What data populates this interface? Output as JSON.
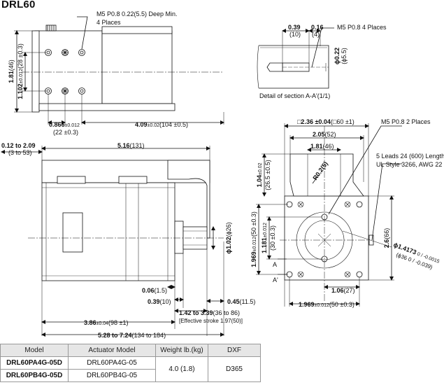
{
  "title": "DRL60",
  "top_view": {
    "tap_note_line1": "M5 P0.8 0.22(5.5) Deep Min.",
    "tap_note_line2": "4 Places",
    "dim_height": "1.81",
    "dim_height_mm": "(46)",
    "dim_pitch": "1.102",
    "dim_pitch_tol": "±0.012",
    "dim_pitch_mm": "(28 ±0.3)",
    "dim_x1": "0.866",
    "dim_x1_tol": "±0.012",
    "dim_x1_mm": "(22 ±0.3)",
    "dim_x2": "4.09",
    "dim_x2_tol": "±0.02",
    "dim_x2_mm": "(104 ±0.5)"
  },
  "section_view": {
    "dim_a": "0.39",
    "dim_a_mm": "(10)",
    "dim_b": "0.16",
    "dim_b_mm": "(4)",
    "tap_note": "M5 P0.8 4 Places",
    "dim_depth": "ϕ0.22",
    "dim_depth_mm": "(ϕ5.5)",
    "caption": "Detail of section A-A'(1/1)"
  },
  "side_view": {
    "dim_stroke": "0.12 to 2.09",
    "dim_stroke_mm": "(3 to 53)",
    "dim_length": "5.16",
    "dim_length_mm": "(131)",
    "dim_dia": "ϕ1.02",
    "dim_dia_mm": "(ϕ26)",
    "dim_006": "0.06",
    "dim_006_mm": "(1.5)",
    "dim_039": "0.39",
    "dim_039_mm": "(10)",
    "dim_045": "0.45",
    "dim_045_mm": "(11.5)",
    "dim_142": "1.42 to 3.39",
    "dim_142_mm": "(36 to 86)",
    "effective_stroke": "[Effective stroke 1.97(50)]",
    "dim_386": "3.86",
    "dim_386_tol": "±0.04",
    "dim_386_mm": "(98 ±1)",
    "dim_528": "5.28 to 7.24",
    "dim_528_mm": "(134 to 184)"
  },
  "end_view": {
    "dim_square": "□2.36 ±0.04",
    "dim_square_mm": "(□60 ±1)",
    "dim_205": "2.05",
    "dim_205_mm": "(52)",
    "dim_181": "1.81",
    "dim_181_mm": "(46)",
    "tap_note": "M5 P0.8 2 Places",
    "lead_note_line1": "5 Leads 24 (600) Length",
    "lead_note_line2": "UL Style 3266, AWG 22",
    "radius": "R0.2(5)",
    "dim_104": "1.04",
    "dim_104_tol": "±0.02",
    "dim_104_mm": "(26.5 ±0.5)",
    "dim_1969": "1.969",
    "dim_1969_tol": "±0.012",
    "dim_1969_mm": "(50 ±0.3)",
    "dim_1181": "1.181",
    "dim_1181_tol": "±0.012",
    "dim_1181_mm": "(30 ±0.3)",
    "dim_26": "2.6",
    "dim_26_mm": "(66)",
    "pilot_dia": "ϕ1.4173",
    "pilot_dia_tol": "0 / -0.0015",
    "pilot_dia_mm": "(ϕ36 0 / -0.039)",
    "section_a": "A",
    "section_a2": "A'",
    "dim_106": "1.06",
    "dim_106_mm": "(27)",
    "dim_1969b": "1.969",
    "dim_1969b_tol": "±0.012",
    "dim_1969b_mm": "(50 ±0.3)"
  },
  "table": {
    "headers": [
      "Model",
      "Actuator Model",
      "Weight lb.(kg)",
      "DXF"
    ],
    "rows": [
      {
        "model": "DRL60PA4G-05D",
        "actuator": "DRL60PA4G-05"
      },
      {
        "model": "DRL60PB4G-05D",
        "actuator": "DRL60PB4G-05"
      }
    ],
    "weight": "4.0 (1.8)",
    "dxf": "D365"
  }
}
